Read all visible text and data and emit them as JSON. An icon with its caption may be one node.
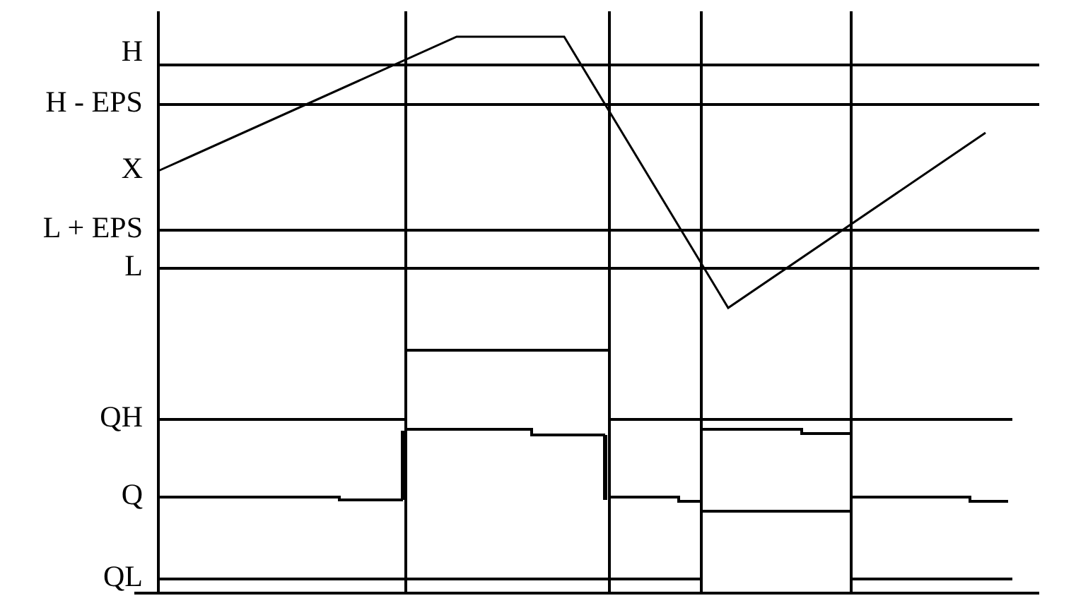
{
  "diagram": {
    "labels": [
      "H",
      "H - EPS",
      "X",
      "L + EPS",
      "L",
      "QH",
      "Q",
      "QL"
    ]
  }
}
